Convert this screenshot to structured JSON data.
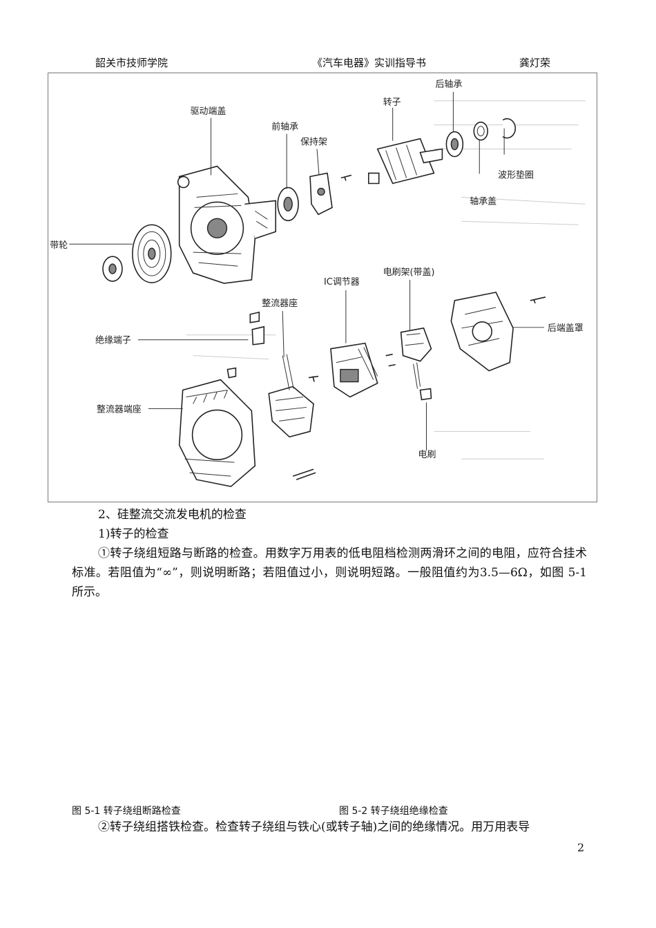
{
  "header": {
    "left": "韶关市技师学院",
    "center": "《汽车电器》实训指导书",
    "right": "龚灯荣"
  },
  "figure": {
    "labels": {
      "rear_bearing": "后轴承",
      "rotor": "转子",
      "drive_end_cover": "驱动端盖",
      "front_bearing": "前轴承",
      "retainer": "保持架",
      "wave_washer": "波形垫圈",
      "bearing_cover": "轴承盖",
      "pulley": "带轮",
      "ic_regulator": "IC调节器",
      "brush_holder": "电刷架(带盖)",
      "rectifier_seat": "整流器座",
      "rear_cover": "后端盖罩",
      "insulated_terminal": "绝缘端子",
      "rectifier_end_seat": "整流器端座",
      "brush": "电刷"
    }
  },
  "content": {
    "section_heading": "2、硅整流交流发电机的检查",
    "sub_heading": "1)转子的检查",
    "para1": "①转子绕组短路与断路的检查。用数字万用表的低电阻档检测两滑环之间的电阻，应符合挂术标准。若阻值为“∞”，则说明断路；若阻值过小，则说明短路。一般阻值约为3.5—6Ω，如图 5-1 所示。",
    "caption_left": "图 5-1  转子绕组断路检查",
    "caption_right": "图 5-2    转子绕组绝缘检查",
    "para2": "②转子绕组搭铁检查。检查转子绕组与铁心(或转子轴)之间的绝缘情况。用万用表导"
  },
  "footer": {
    "page_number": "2"
  }
}
